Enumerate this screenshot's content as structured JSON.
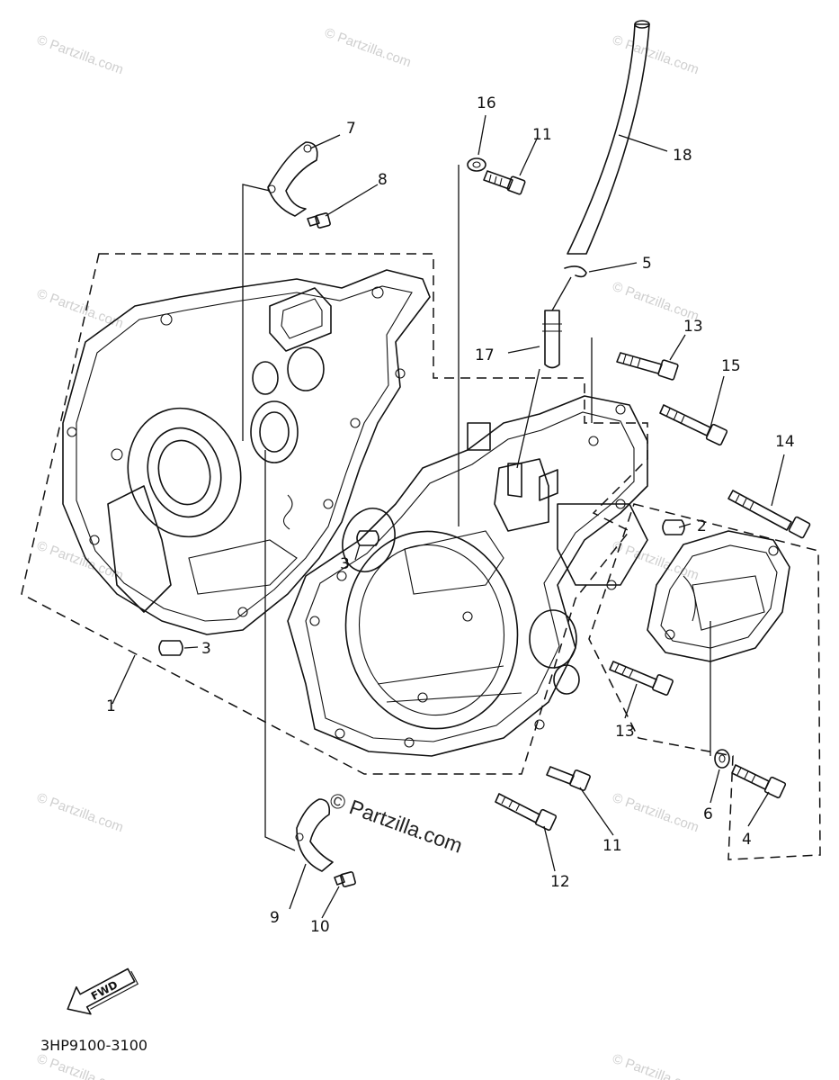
{
  "diagram_code": "3HP9100-3100",
  "fwd_label": "FWD",
  "watermark_text": "© Partzilla.com",
  "watermark_main": "© Partzilla.com",
  "callouts": {
    "c1": "1",
    "c2": "2",
    "c3a": "3",
    "c3b": "3",
    "c4": "4",
    "c5": "5",
    "c6": "6",
    "c7": "7",
    "c8": "8",
    "c9": "9",
    "c10": "10",
    "c11a": "11",
    "c11b": "11",
    "c12": "12",
    "c13a": "13",
    "c13b": "13",
    "c14": "14",
    "c15": "15",
    "c16": "16",
    "c17": "17",
    "c18": "18"
  }
}
